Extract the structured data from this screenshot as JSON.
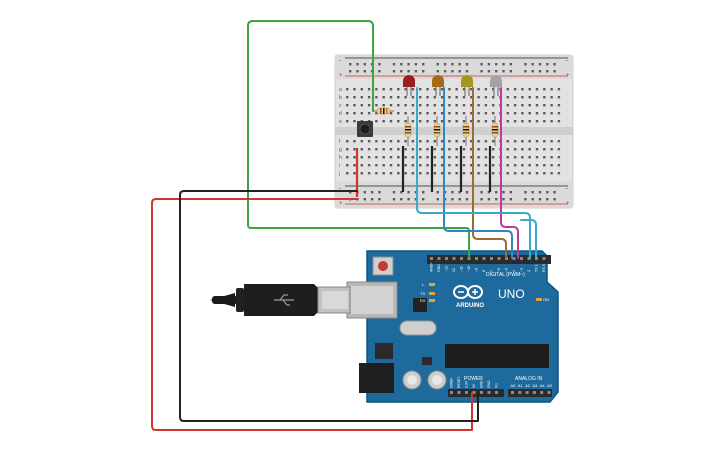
{
  "board": {
    "brand": "ARDUINO",
    "model": "UNO",
    "digital_label": "DIGITAL (PWM~)",
    "power_label": "POWER",
    "analog_label": "ANALOG IN",
    "on_label": "ON",
    "l_label": "L",
    "tx_label": "TX",
    "rx_label": "RX",
    "digital_pins": [
      "AREF",
      "GND",
      "~13",
      "12",
      "~11",
      "~10",
      "~9",
      "8",
      "7",
      "~6",
      "~5",
      "4",
      "~3",
      "2",
      "TX 1",
      "RX 0"
    ],
    "power_pins": [
      "IOREF",
      "RESET",
      "3.3V",
      "5V",
      "GND",
      "GND",
      "Vin"
    ],
    "analog_pins": [
      "A0",
      "A1",
      "A2",
      "A3",
      "A4",
      "A5"
    ],
    "colors": {
      "pcb": "#1f6a9d",
      "pcb_edge": "#0f5485",
      "header": "#2b2b2b"
    }
  },
  "breadboard": {
    "rail_marks": [
      "-",
      "+"
    ],
    "row_letters_top": [
      "a",
      "b",
      "c",
      "d",
      "e"
    ],
    "row_letters_bottom": [
      "f",
      "g",
      "h",
      "i",
      "j"
    ],
    "colors": {
      "body": "#e5e5e5",
      "rail_red": "#d0352e",
      "rail_black": "#222222"
    }
  },
  "components": {
    "leds": [
      {
        "color_name": "red",
        "color": "#9c1f1f"
      },
      {
        "color_name": "orange",
        "color": "#a36b12"
      },
      {
        "color_name": "yellow",
        "color": "#a8951b"
      },
      {
        "color_name": "white",
        "color": "#a3a3a3"
      }
    ],
    "button": "push-button",
    "usb": "usb-cable"
  },
  "wires": {
    "green": "#3aa541",
    "red": "#d0352e",
    "black": "#222222",
    "cyan": "#39a9c9",
    "blue": "#2f86c4",
    "brown": "#9d6a2f",
    "magenta": "#c2389b"
  }
}
